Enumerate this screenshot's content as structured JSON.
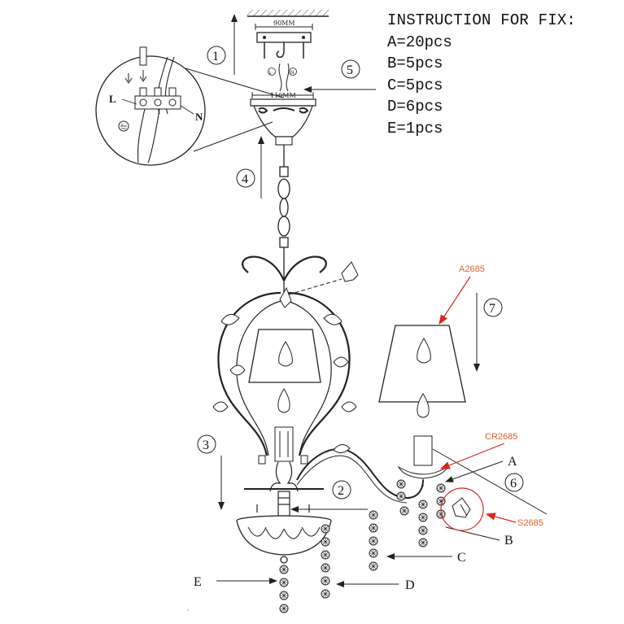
{
  "instructions": {
    "title": "INSTRUCTION FOR FIX:",
    "items": [
      "A=20pcs",
      "B=5pcs",
      "C=5pcs",
      "D=6pcs",
      "E=1pcs"
    ]
  },
  "dimensions": {
    "plate_width": "90MM",
    "canopy_width": "110MM"
  },
  "wire_labels": {
    "live": "L",
    "neutral": "N",
    "live_small": "L",
    "neutral_small": "N"
  },
  "steps": [
    "1",
    "2",
    "3",
    "4",
    "5",
    "6",
    "7"
  ],
  "parts": {
    "a": "A",
    "b": "B",
    "c": "C",
    "d": "D",
    "e": "E",
    "shade_code": "A2685",
    "cup_code": "CR2685",
    "butterfly_code": "S2685"
  },
  "colors": {
    "line": "#222222",
    "code_accent": "#e0622a",
    "highlight": "#d9261c"
  }
}
